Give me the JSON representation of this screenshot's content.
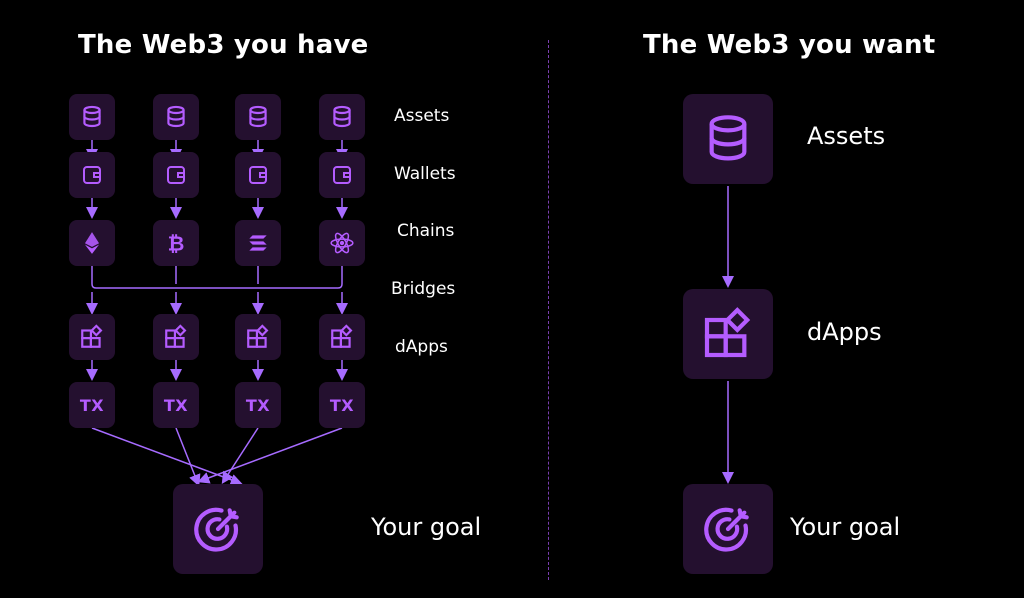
{
  "left": {
    "title": "The Web3 you have",
    "labels": [
      "Assets",
      "Wallets",
      "Chains",
      "Bridges",
      "dApps"
    ],
    "columns": 4,
    "chain_icons": [
      "ethereum-icon",
      "bitcoin-icon",
      "solana-icon",
      "cosmos-icon"
    ],
    "tx_label": "TX",
    "goal_label": "Your goal"
  },
  "right": {
    "title": "The Web3 you want",
    "steps": [
      "Assets",
      "dApps",
      "Your goal"
    ]
  },
  "colors": {
    "background": "#000000",
    "tile": "#24102f",
    "accent": "#b45cff",
    "connector": "#a66bff"
  }
}
